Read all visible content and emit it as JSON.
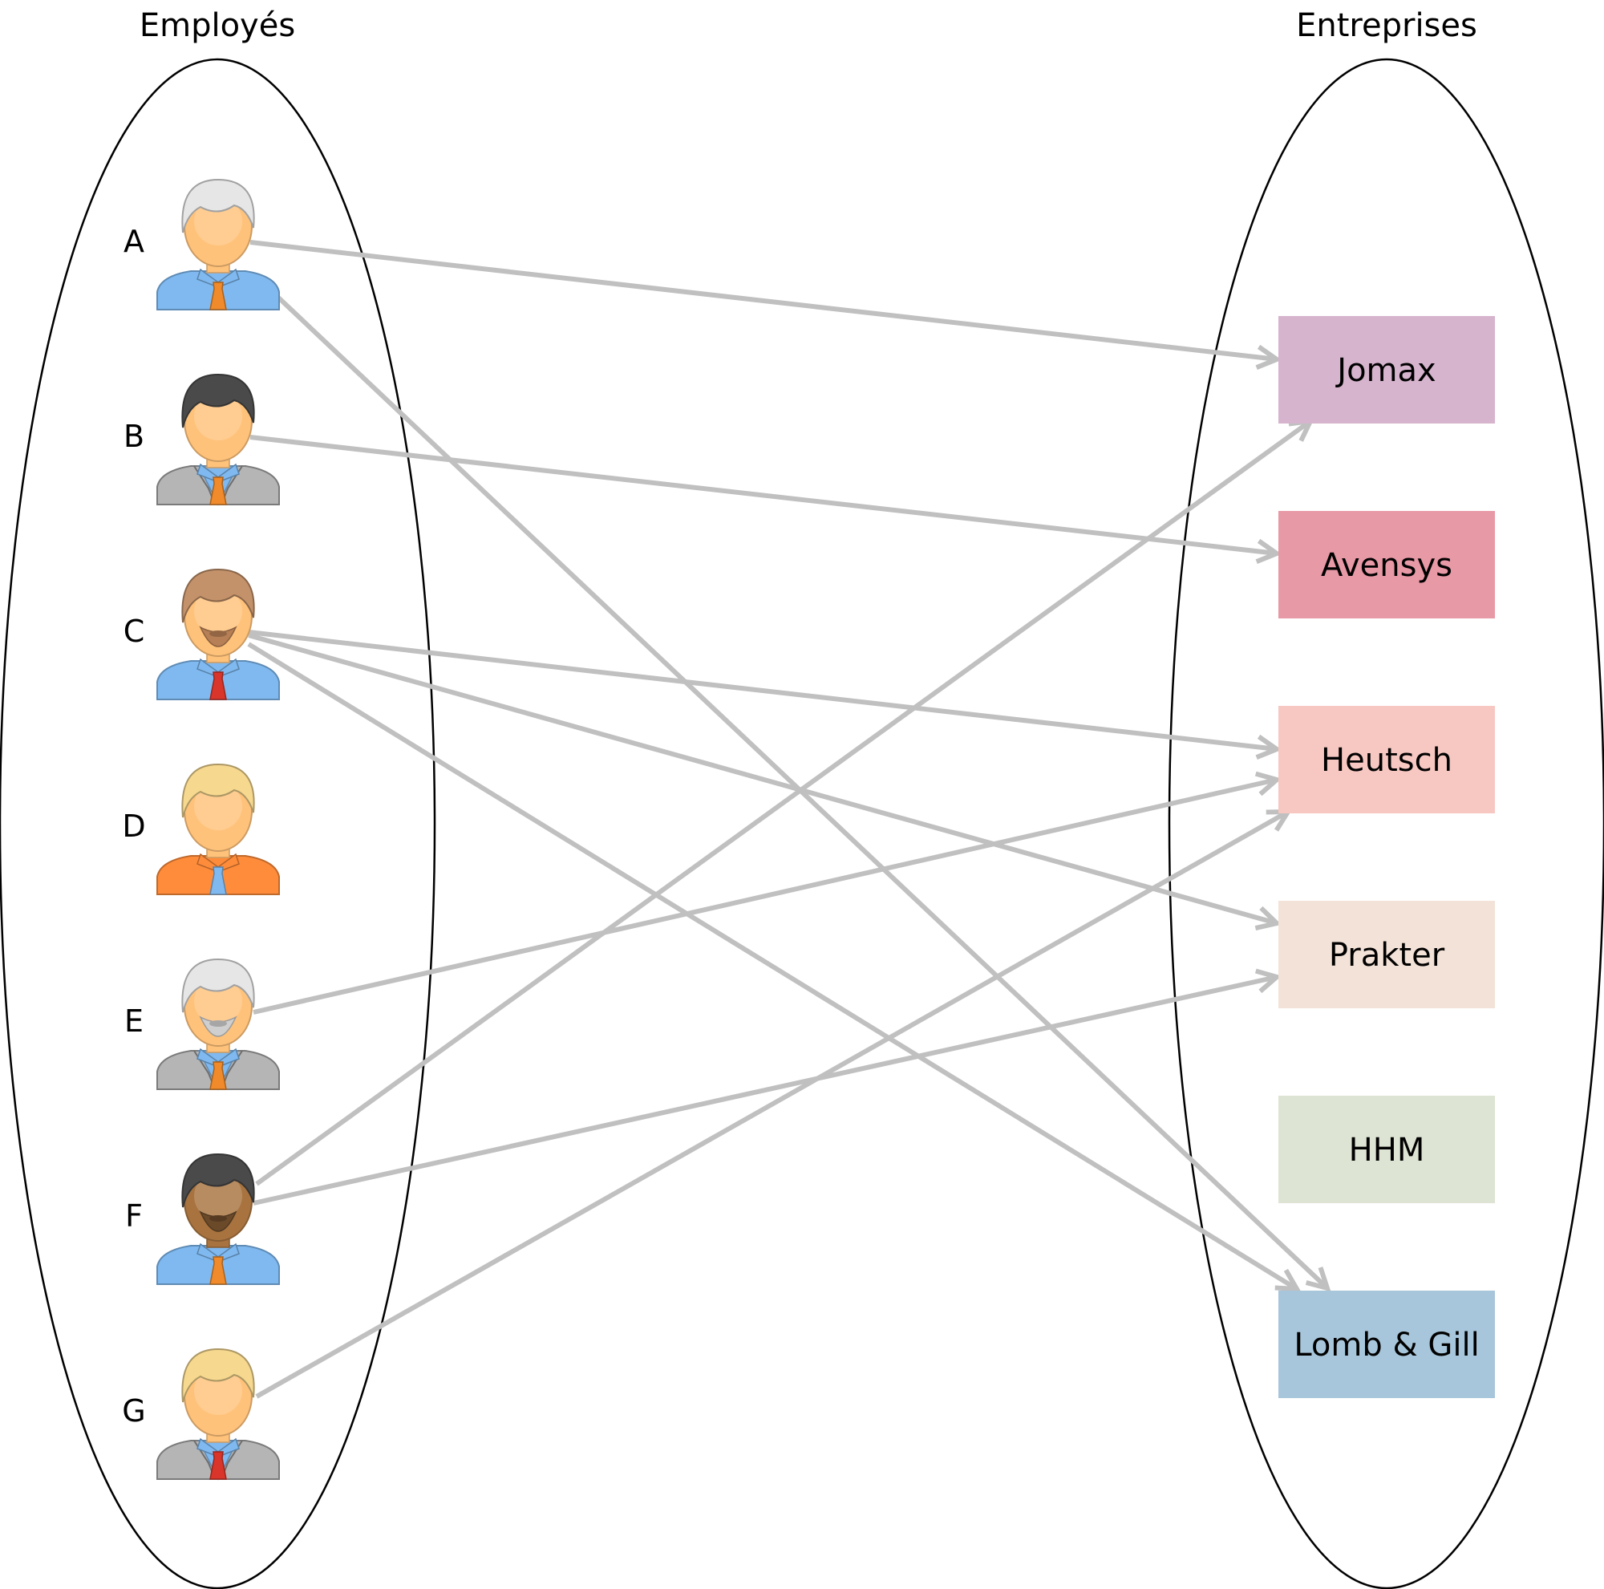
{
  "sets": {
    "left_title": "Employés",
    "right_title": "Entreprises"
  },
  "employees": [
    {
      "id": "A",
      "label": "A",
      "hair": "#e6e6e6",
      "shirt": "#7fb9f0",
      "tie": "#f08a2a",
      "suit": false,
      "beard": "none",
      "skin": "#ffc27a"
    },
    {
      "id": "B",
      "label": "B",
      "hair": "#4a4a4a",
      "shirt": "#7fb9f0",
      "tie": "#f08a2a",
      "suit": true,
      "beard": "none",
      "skin": "#ffc27a"
    },
    {
      "id": "C",
      "label": "C",
      "hair": "#c4926a",
      "shirt": "#7fb9f0",
      "tie": "#d9352a",
      "suit": false,
      "beard": "brown",
      "skin": "#ffc27a"
    },
    {
      "id": "D",
      "label": "D",
      "hair": "#f6d88f",
      "shirt": "#ff8c3a",
      "tie": "#7fb9f0",
      "suit": false,
      "beard": "none",
      "skin": "#ffc27a"
    },
    {
      "id": "E",
      "label": "E",
      "hair": "#e6e6e6",
      "shirt": "#7fb9f0",
      "tie": "#f08a2a",
      "suit": true,
      "beard": "grey",
      "skin": "#ffc27a"
    },
    {
      "id": "F",
      "label": "F",
      "hair": "#4a4a4a",
      "shirt": "#7fb9f0",
      "tie": "#f08a2a",
      "suit": false,
      "beard": "dark",
      "skin": "#a8733f"
    },
    {
      "id": "G",
      "label": "G",
      "hair": "#f6d88f",
      "shirt": "#7fb9f0",
      "tie": "#d9352a",
      "suit": true,
      "beard": "none",
      "skin": "#ffc27a"
    }
  ],
  "companies": [
    {
      "id": "Jomax",
      "label": "Jomax",
      "color": "#d6b4cd"
    },
    {
      "id": "Avensys",
      "label": "Avensys",
      "color": "#e899a6"
    },
    {
      "id": "Heutsch",
      "label": "Heutsch",
      "color": "#f7c8c2"
    },
    {
      "id": "Prakter",
      "label": "Prakter",
      "color": "#f3e2d7"
    },
    {
      "id": "HHM",
      "label": "HHM",
      "color": "#dde4d3"
    },
    {
      "id": "Lomb & Gill",
      "label": "Lomb & Gill",
      "color": "#a8c6db"
    }
  ],
  "links": [
    {
      "from": "A",
      "to": "Jomax"
    },
    {
      "from": "A",
      "to": "Lomb & Gill"
    },
    {
      "from": "B",
      "to": "Avensys"
    },
    {
      "from": "C",
      "to": "Heutsch"
    },
    {
      "from": "C",
      "to": "Prakter"
    },
    {
      "from": "C",
      "to": "Lomb & Gill"
    },
    {
      "from": "E",
      "to": "Heutsch"
    },
    {
      "from": "F",
      "to": "Jomax"
    },
    {
      "from": "F",
      "to": "Prakter"
    },
    {
      "from": "G",
      "to": "Heutsch"
    }
  ],
  "colors": {
    "arrow": "#c0c0c0"
  }
}
